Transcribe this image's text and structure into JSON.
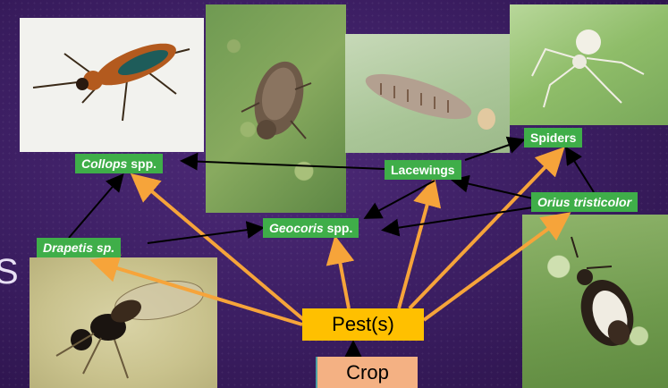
{
  "nodes": {
    "collops": {
      "italic": "Collops",
      "rest": " spp."
    },
    "drapetis": {
      "italic": "Drapetis sp.",
      "rest": ""
    },
    "geocoris": {
      "italic": "Geocoris",
      "rest": " spp."
    },
    "lacewings": {
      "italic": "",
      "rest": "Lacewings"
    },
    "spiders": {
      "italic": "",
      "rest": "Spiders"
    },
    "orius": {
      "italic": "Orius tristicolor",
      "rest": ""
    },
    "pest": "Pest(s)",
    "crop": "Crop"
  },
  "edge_glyph": "S",
  "colors": {
    "background": "#3a1d60",
    "label_green": "#3fae49",
    "pest_box": "#ffc000",
    "crop_box": "#f4b183",
    "orange_arrow": "#f6a43a",
    "black_arrow": "#000000"
  },
  "edges": [
    {
      "from": "pest",
      "to": "collops",
      "color": "orange"
    },
    {
      "from": "pest",
      "to": "drapetis",
      "color": "orange"
    },
    {
      "from": "pest",
      "to": "geocoris",
      "color": "orange"
    },
    {
      "from": "pest",
      "to": "lacewings",
      "color": "orange"
    },
    {
      "from": "pest",
      "to": "spiders",
      "color": "orange"
    },
    {
      "from": "pest",
      "to": "orius",
      "color": "orange"
    },
    {
      "from": "crop",
      "to": "pest",
      "color": "black"
    },
    {
      "from": "drapetis",
      "to": "collops",
      "color": "black"
    },
    {
      "from": "drapetis",
      "to": "geocoris",
      "color": "black"
    },
    {
      "from": "lacewings",
      "to": "collops",
      "color": "black"
    },
    {
      "from": "lacewings",
      "to": "spiders",
      "color": "black"
    },
    {
      "from": "lacewings",
      "to": "geocoris",
      "color": "black"
    },
    {
      "from": "orius",
      "to": "lacewings",
      "color": "black"
    },
    {
      "from": "orius",
      "to": "spiders",
      "color": "black"
    },
    {
      "from": "orius",
      "to": "geocoris",
      "color": "black"
    }
  ],
  "photos": [
    "beetle",
    "weevil",
    "lacewing-larva",
    "spider",
    "fly",
    "minute-pirate-bug"
  ]
}
